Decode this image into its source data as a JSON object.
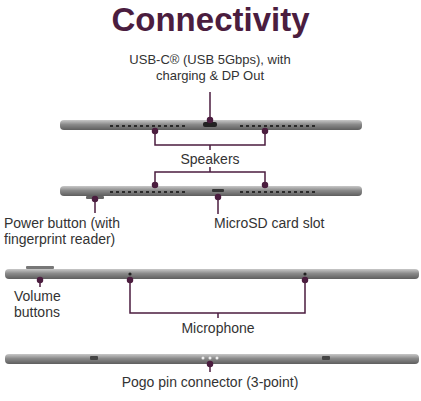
{
  "diagram": {
    "title": "Connectivity",
    "labels": [
      "USB-C® (USB 5Gbps), with charging & DP Out",
      "Speakers",
      "Power button (with fingerprint reader)",
      "MicroSD card slot",
      "Volume buttons",
      "Microphone",
      "Pogo pin connector (3-point)"
    ]
  }
}
